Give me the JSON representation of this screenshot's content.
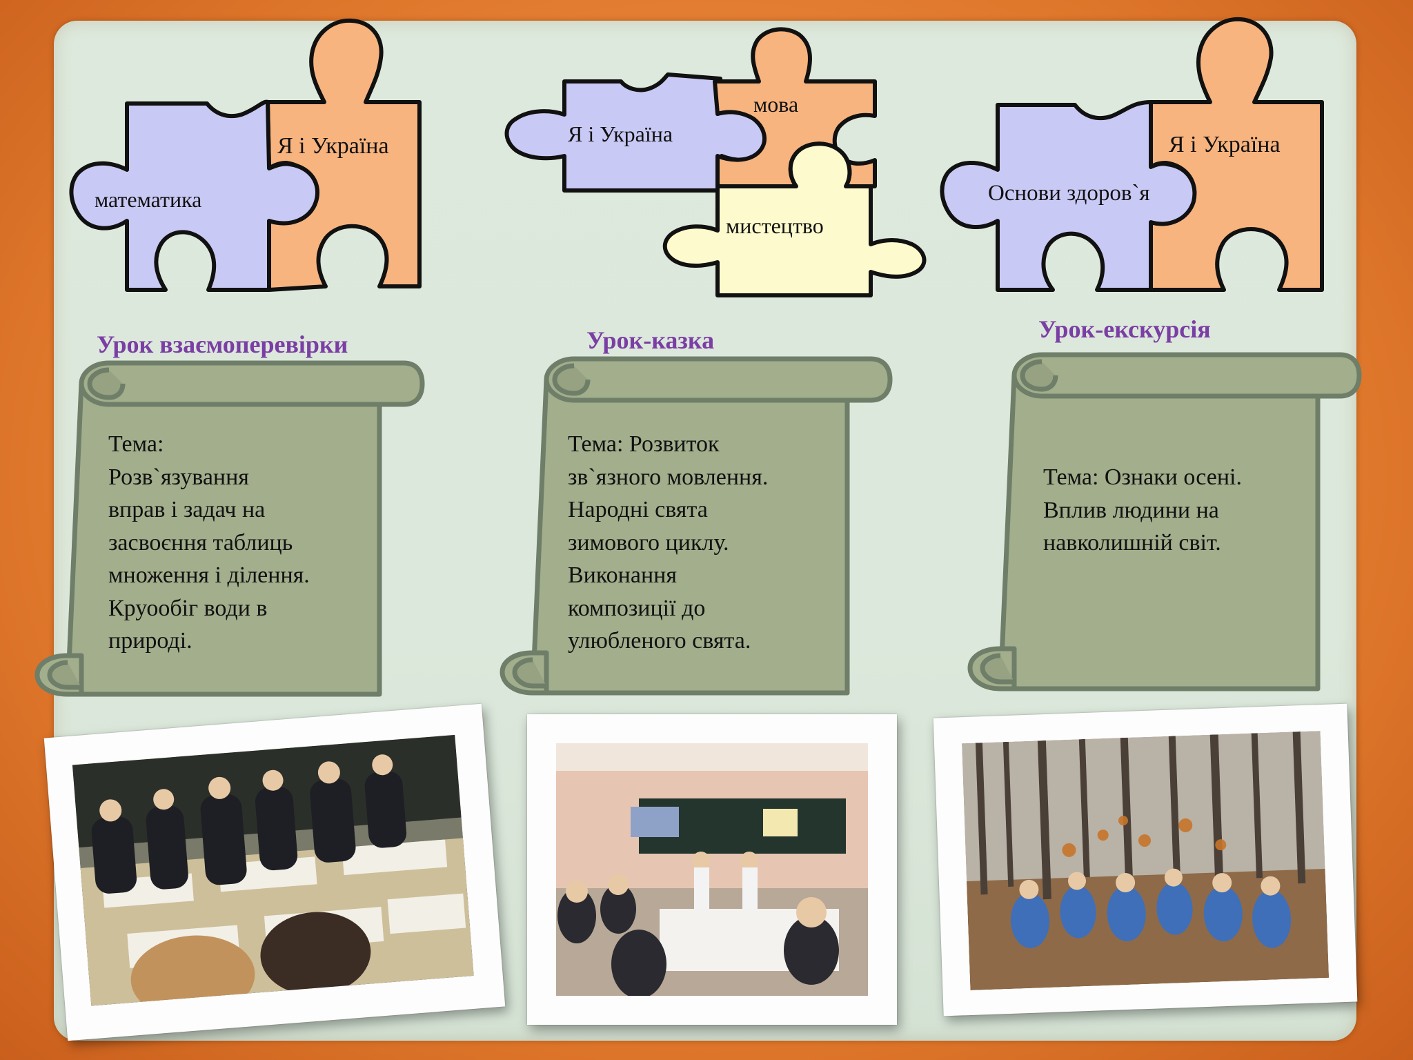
{
  "puzzles": {
    "left": {
      "piece_a": "математика",
      "piece_b": "Я і Україна"
    },
    "middle": {
      "piece_a": "Я і Україна",
      "piece_b": "мова",
      "piece_c": "мистецтво"
    },
    "right": {
      "piece_a": "Основи здоров`я",
      "piece_b": "Я і Україна"
    }
  },
  "lessons": [
    {
      "title": "Урок взаємоперевірки",
      "topic": "Тема:\nРозв`язування\nвправ і задач на\nзасвоєння таблиць\nмноження і ділення.\nКруообіг води в\nприроді."
    },
    {
      "title": "Урок-казка",
      "topic": "Тема: Розвиток\nзв`язного мовлення.\nНародні свята\nзимового циклу.\nВиконання\nкомпозиції до\nулюбленого свята."
    },
    {
      "title": "Урок-екскурсія",
      "topic": "Тема: Ознаки осені.\nВплив людини на\nнавколишній світ."
    }
  ],
  "colors": {
    "frame": "#e0782c",
    "panel": "#dce8db",
    "puzzle_lavender": "#c9c9f5",
    "puzzle_orange": "#f8b47f",
    "puzzle_cream": "#fdfbcd",
    "scroll": "#a2ae8c",
    "heading": "#7b3ea4"
  }
}
